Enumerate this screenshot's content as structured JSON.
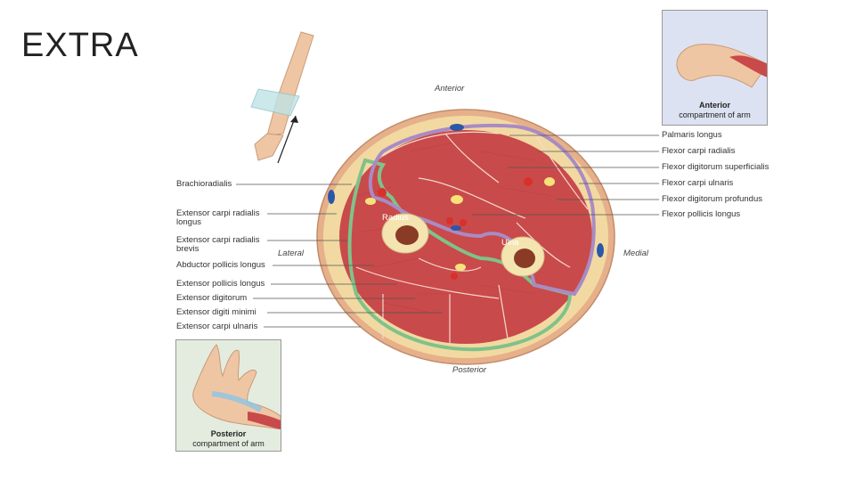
{
  "slide": {
    "title": "EXTRA"
  },
  "orientation": {
    "anterior": "Anterior",
    "posterior": "Posterior",
    "lateral": "Lateral",
    "medial": "Medial"
  },
  "bones": {
    "radius": "Radius",
    "ulna": "Ulna"
  },
  "left_labels": [
    {
      "text": "Brachioradialis"
    },
    {
      "text": "Extensor carpi radialis",
      "text2": "longus"
    },
    {
      "text": "Extensor carpi radialis",
      "text2": "brevis"
    },
    {
      "text": "Abductor pollicis longus"
    },
    {
      "text": "Extensor pollicis longus"
    },
    {
      "text": "Extensor digitorum"
    },
    {
      "text": "Extensor digiti minimi"
    },
    {
      "text": "Extensor carpi ulnaris"
    }
  ],
  "right_labels": [
    {
      "text": "Palmaris longus"
    },
    {
      "text": "Flexor carpi radialis"
    },
    {
      "text": "Flexor digitorum superficialis"
    },
    {
      "text": "Flexor carpi ulnaris"
    },
    {
      "text": "Flexor digitorum profundus"
    },
    {
      "text": "Flexor pollicis longus"
    }
  ],
  "insets": {
    "anterior": {
      "line1": "Anterior",
      "line2": "compartment of arm"
    },
    "posterior": {
      "line1": "Posterior",
      "line2": "compartment of arm"
    }
  },
  "colors": {
    "muscle": "#c94a4a",
    "fat": "#f2d9a2",
    "skin": "#e8b48c",
    "anterior_fascia": "#a98bc4",
    "posterior_fascia": "#7fc28a",
    "bone": "#f4e4b0"
  }
}
